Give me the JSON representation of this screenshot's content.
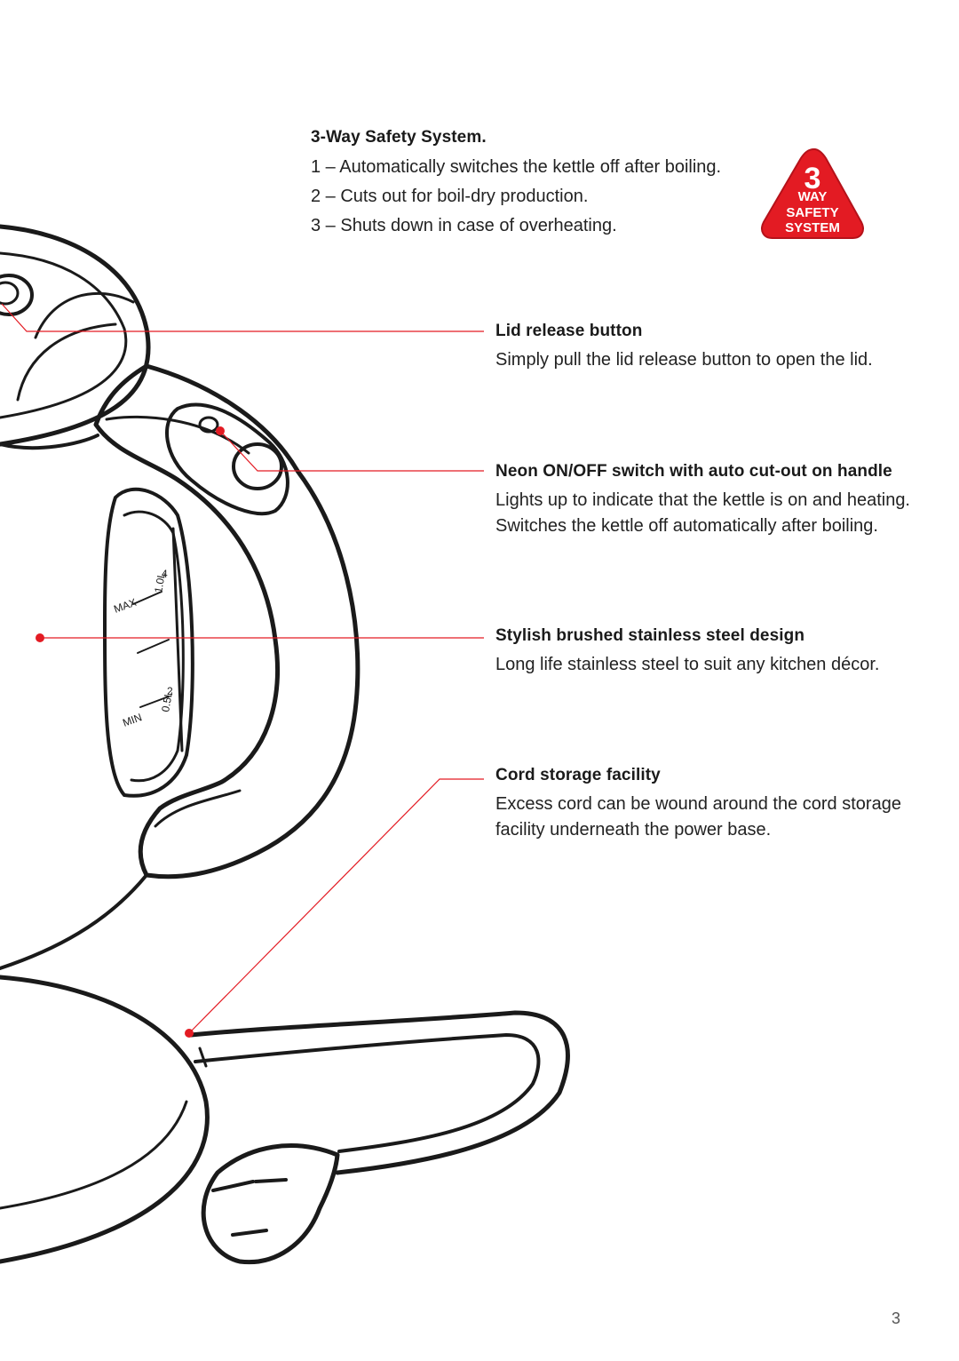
{
  "safety_system": {
    "heading": "3-Way Safety System.",
    "items": [
      "1 – Automatically switches the kettle off after boiling.",
      "2 – Cuts out for boil-dry production.",
      "3 – Shuts down in case of overheating."
    ],
    "badge": {
      "number": "3",
      "line1": "WAY",
      "line2": "SAFETY",
      "line3": "SYSTEM",
      "color": "#e31b23"
    }
  },
  "features": {
    "lid_release": {
      "heading": "Lid release button",
      "text": "Simply pull the lid release button to open the lid."
    },
    "neon_switch": {
      "heading": "Neon ON/OFF switch with auto cut-out on handle",
      "text": "Lights up to indicate that the kettle is on and heating. Switches the kettle off automatically after boiling."
    },
    "stainless_steel": {
      "heading": "Stylish brushed stainless steel design",
      "text": "Long life stainless steel to suit any kitchen décor."
    },
    "cord_storage": {
      "heading": "Cord storage facility",
      "text": "Excess cord can be wound around the cord storage facility underneath the power base."
    }
  },
  "water_window": {
    "max_label": "MAX",
    "max_cups": "4",
    "max_volume": "1.0L",
    "min_label": "MIN",
    "min_cups": "2",
    "min_volume": "0.5L"
  },
  "callout_color": "#e31b23",
  "page_number": "3"
}
